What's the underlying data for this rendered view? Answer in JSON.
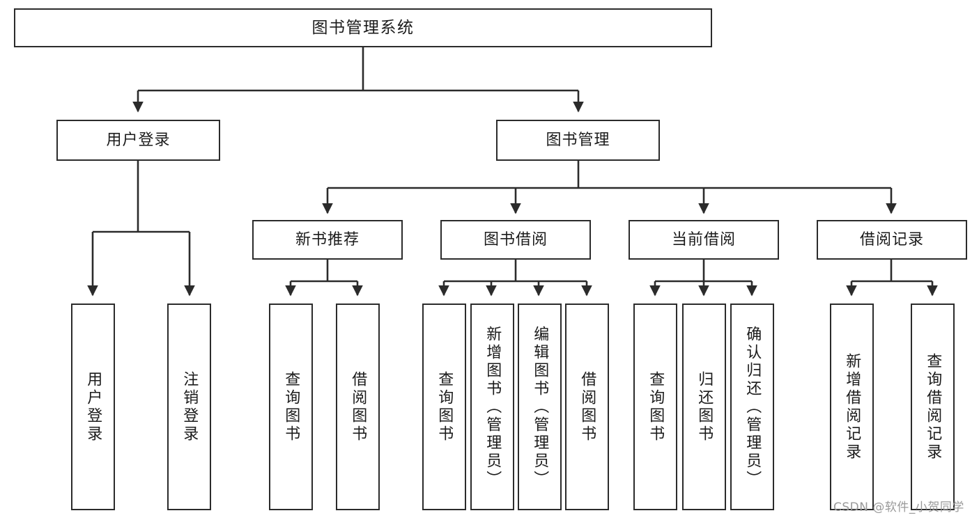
{
  "diagram": {
    "title": "图书管理系统",
    "type": "tree-hierarchy-chart",
    "root": {
      "label": "图书管理系统"
    },
    "level2": [
      {
        "label": "用户登录"
      },
      {
        "label": "图书管理"
      }
    ],
    "level3": [
      {
        "label": "新书推荐"
      },
      {
        "label": "图书借阅"
      },
      {
        "label": "当前借阅"
      },
      {
        "label": "借阅记录"
      }
    ],
    "leaves": {
      "user_login": [
        {
          "label": "用户登录"
        },
        {
          "label": "注销登录"
        }
      ],
      "new_book_recommend": [
        {
          "label": "查询图书"
        },
        {
          "label": "借阅图书"
        }
      ],
      "book_borrow": [
        {
          "label": "查询图书"
        },
        {
          "label": "新增图书（管理员）"
        },
        {
          "label": "编辑图书（管理员）"
        },
        {
          "label": "借阅图书"
        }
      ],
      "current_borrow": [
        {
          "label": "查询图书"
        },
        {
          "label": "归还图书"
        },
        {
          "label": "确认归还（管理员）"
        }
      ],
      "borrow_record": [
        {
          "label": "新增借阅记录"
        },
        {
          "label": "查询借阅记录"
        }
      ]
    }
  },
  "watermark": {
    "text": "CSDN @软件_小贺同学"
  },
  "colors": {
    "stroke": "#2b2b2b",
    "background": "#ffffff",
    "text": "#1b1b1b",
    "watermark": "#9a9a9a"
  }
}
